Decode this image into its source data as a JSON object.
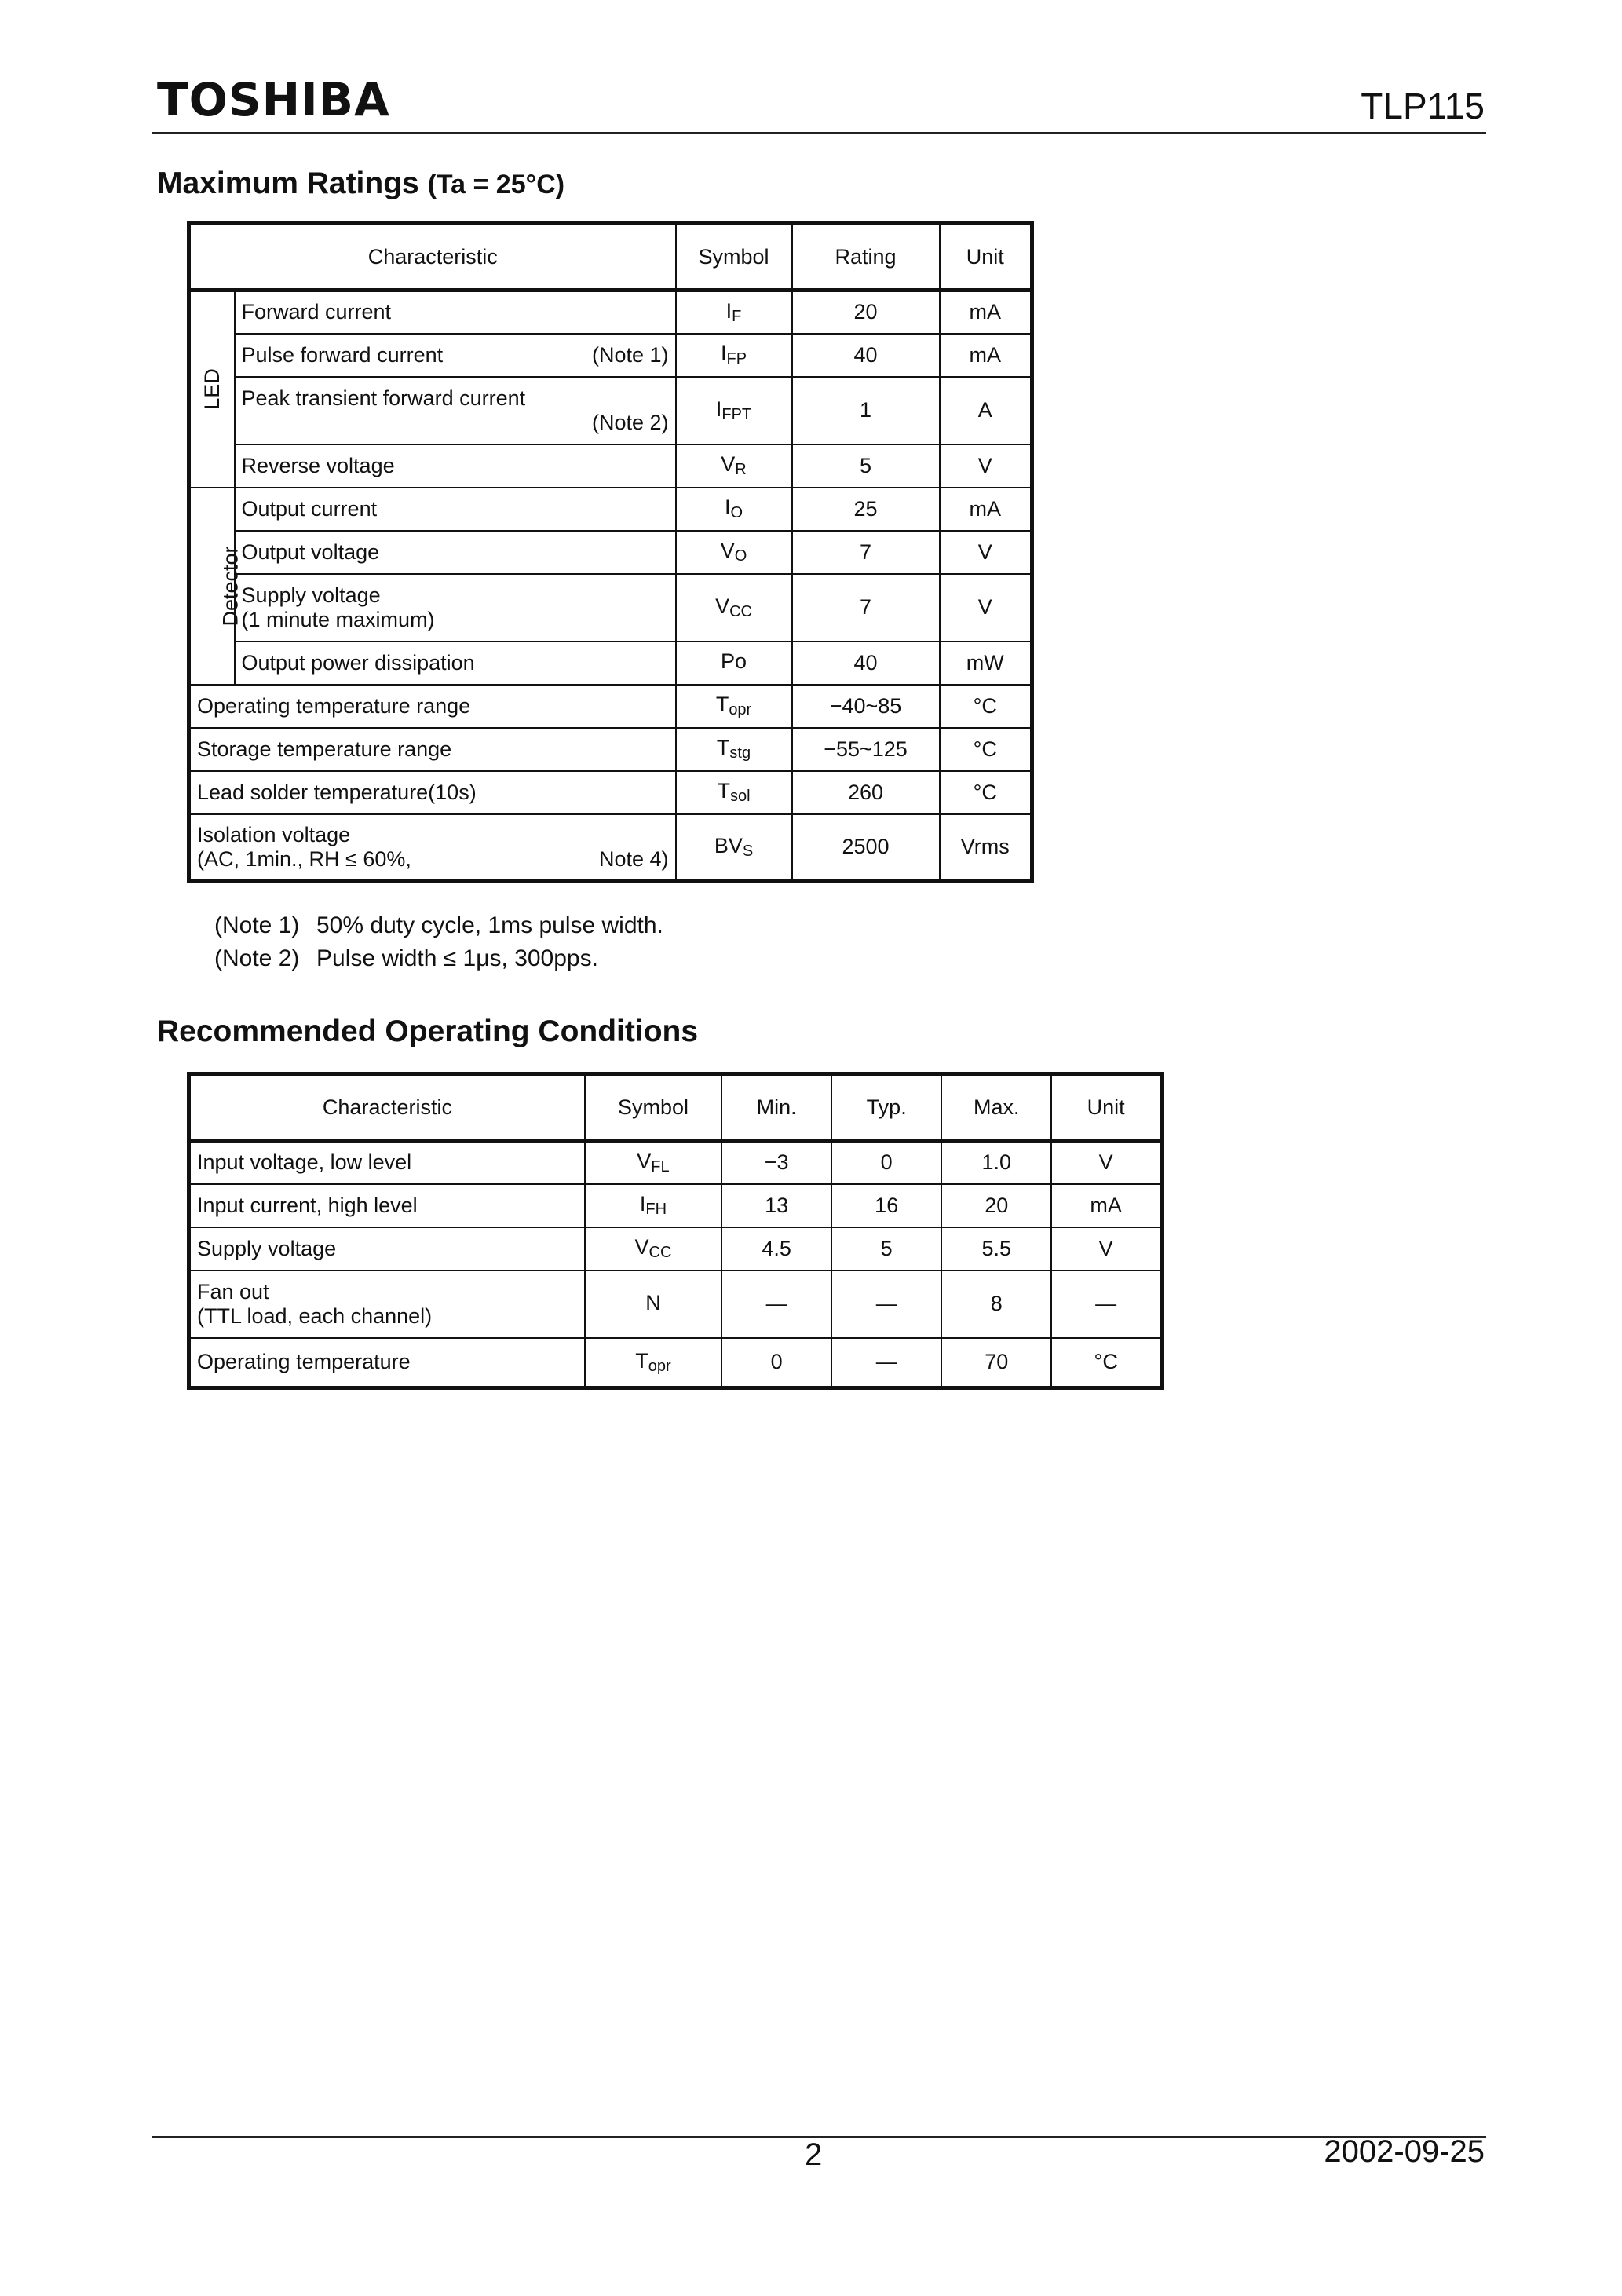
{
  "header": {
    "logo": "TOSHIBA",
    "part_number": "TLP115"
  },
  "max_ratings": {
    "title": "Maximum Ratings",
    "title_suffix": "(Ta = 25°C)",
    "headers": {
      "characteristic": "Characteristic",
      "symbol": "Symbol",
      "rating": "Rating",
      "unit": "Unit"
    },
    "groups": {
      "led": "LED",
      "detector": "Detector"
    },
    "rows": [
      {
        "label": "Forward current",
        "note": "",
        "sym": "I",
        "sub": "F",
        "rating": "20",
        "unit": "mA"
      },
      {
        "label": "Pulse forward current",
        "note": "(Note 1)",
        "sym": "I",
        "sub": "FP",
        "rating": "40",
        "unit": "mA"
      },
      {
        "label": "Peak transient forward current",
        "note": "(Note 2)",
        "sym": "I",
        "sub": "FPT",
        "rating": "1",
        "unit": "A"
      },
      {
        "label": "Reverse voltage",
        "note": "",
        "sym": "V",
        "sub": "R",
        "rating": "5",
        "unit": "V"
      },
      {
        "label": "Output current",
        "note": "",
        "sym": "I",
        "sub": "O",
        "rating": "25",
        "unit": "mA"
      },
      {
        "label": "Output voltage",
        "note": "",
        "sym": "V",
        "sub": "O",
        "rating": "7",
        "unit": "V"
      },
      {
        "label": "Supply voltage",
        "label2": "(1 minute maximum)",
        "sym": "V",
        "sub": "CC",
        "rating": "7",
        "unit": "V"
      },
      {
        "label": "Output power dissipation",
        "note": "",
        "sym": "Po",
        "sub": "",
        "rating": "40",
        "unit": "mW"
      },
      {
        "label": "Operating temperature range",
        "note": "",
        "sym": "T",
        "sub": "opr",
        "rating": "−40~85",
        "unit": "°C"
      },
      {
        "label": "Storage temperature range",
        "note": "",
        "sym": "T",
        "sub": "stg",
        "rating": "−55~125",
        "unit": "°C"
      },
      {
        "label": "Lead solder temperature(10s)",
        "note": "",
        "sym": "T",
        "sub": "sol",
        "rating": "260",
        "unit": "°C"
      },
      {
        "label": "Isolation voltage",
        "label2": "(AC, 1min., RH ≤ 60%,",
        "note": "Note 4)",
        "sym": "BV",
        "sub": "S",
        "rating": "2500",
        "unit": "Vrms"
      }
    ]
  },
  "notes": [
    {
      "key": "(Note 1)",
      "text": "50% duty cycle, 1ms pulse width."
    },
    {
      "key": "(Note 2)",
      "text": "Pulse width ≤ 1μs, 300pps."
    }
  ],
  "rec_conditions": {
    "title": "Recommended Operating Conditions",
    "headers": {
      "characteristic": "Characteristic",
      "symbol": "Symbol",
      "min": "Min.",
      "typ": "Typ.",
      "max": "Max.",
      "unit": "Unit"
    },
    "rows": [
      {
        "label": "Input voltage, low level",
        "sym": "V",
        "sub": "FL",
        "min": "−3",
        "typ": "0",
        "max": "1.0",
        "unit": "V"
      },
      {
        "label": "Input current, high level",
        "sym": "I",
        "sub": "FH",
        "min": "13",
        "typ": "16",
        "max": "20",
        "unit": "mA"
      },
      {
        "label": "Supply voltage",
        "sym": "V",
        "sub": "CC",
        "min": "4.5",
        "typ": "5",
        "max": "5.5",
        "unit": "V"
      },
      {
        "label": "Fan out",
        "label2": "(TTL load, each channel)",
        "sym": "N",
        "sub": "",
        "min": "—",
        "typ": "—",
        "max": "8",
        "unit": "—"
      },
      {
        "label": "Operating temperature",
        "sym": "T",
        "sub": "opr",
        "min": "0",
        "typ": "—",
        "max": "70",
        "unit": "°C"
      }
    ]
  },
  "footer": {
    "page": "2",
    "date": "2002-09-25"
  }
}
